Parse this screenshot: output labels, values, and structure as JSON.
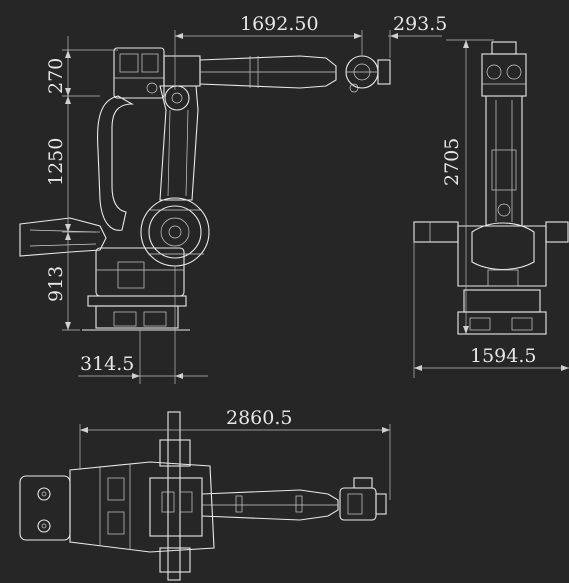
{
  "dimensions": {
    "reach_horizontal": "1692.50",
    "wrist_offset": "293.5",
    "upper_height": "270",
    "arm_length": "1250",
    "base_height": "913",
    "base_offset": "314.5",
    "side_height": "2705",
    "side_width": "1594.5",
    "top_length": "2860.5"
  },
  "colors": {
    "background": "#262626",
    "line": "#e9e9e9",
    "dimension": "#bdbdbd"
  }
}
